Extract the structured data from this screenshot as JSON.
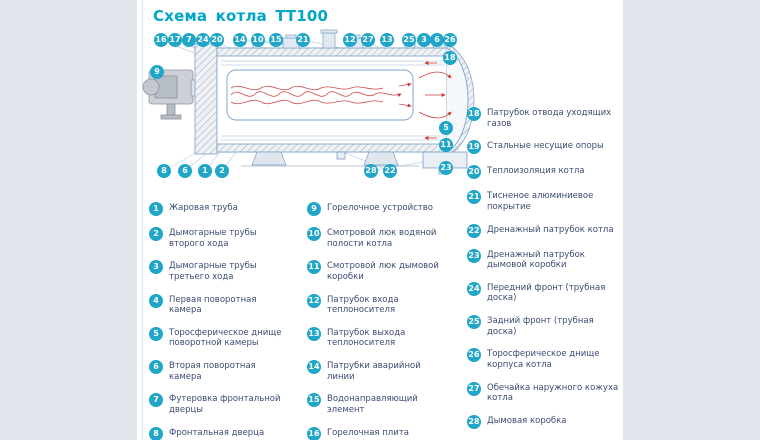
{
  "page": {
    "title": "Схема котла ТТ100"
  },
  "colors": {
    "accent_teal": "#00a5c8",
    "callout_teal": "#1fa6c9",
    "legend_text": "#3b4b72",
    "diagram_line": "#7aa0c8",
    "flame_red": "#cf3a3a"
  },
  "diagram": {
    "callouts": [
      {
        "n": "16"
      },
      {
        "n": "17"
      },
      {
        "n": "7"
      },
      {
        "n": "24"
      },
      {
        "n": "20"
      },
      {
        "n": "14"
      },
      {
        "n": "10"
      },
      {
        "n": "15"
      },
      {
        "n": "21"
      },
      {
        "n": "12"
      },
      {
        "n": "27"
      },
      {
        "n": "13"
      },
      {
        "n": "25"
      },
      {
        "n": "3"
      },
      {
        "n": "6"
      },
      {
        "n": "26"
      },
      {
        "n": "18"
      },
      {
        "n": "9"
      },
      {
        "n": "5"
      },
      {
        "n": "11"
      },
      {
        "n": "23"
      },
      {
        "n": "8"
      },
      {
        "n": "6"
      },
      {
        "n": "1"
      },
      {
        "n": "2"
      },
      {
        "n": "28"
      },
      {
        "n": "22"
      }
    ]
  },
  "legend": {
    "columns": [
      {
        "items": [
          {
            "num": "1",
            "label": "Жаровая труба"
          },
          {
            "num": "2",
            "label": "Дымогарные трубы второго хода"
          },
          {
            "num": "3",
            "label": "Дымогарные трубы третьего хода"
          },
          {
            "num": "4",
            "label": "Первая поворотная камера"
          },
          {
            "num": "5",
            "label": "Торосферическое днище поворотной камеры"
          },
          {
            "num": "6",
            "label": "Вторая поворотная камера"
          },
          {
            "num": "7",
            "label": "Футеровка фронтальной дверцы"
          },
          {
            "num": "8",
            "label": "Фронтальная дверца котла"
          }
        ]
      },
      {
        "items": [
          {
            "num": "9",
            "label": "Горелочное устройство"
          },
          {
            "num": "10",
            "label": "Смотровой люк водяной полости котла"
          },
          {
            "num": "11",
            "label": "Смотровой люк дымовой коробки"
          },
          {
            "num": "12",
            "label": "Патрубок входа теплоносителя"
          },
          {
            "num": "13",
            "label": "Патрубок выхода теплоносителя"
          },
          {
            "num": "14",
            "label": "Патрубки аварийной линии"
          },
          {
            "num": "15",
            "label": "Водонаправляющий элемент"
          },
          {
            "num": "16",
            "label": "Горелочная плита"
          }
        ]
      },
      {
        "items": [
          {
            "num": "18",
            "label": "Патрубок отвода уходящих газов"
          },
          {
            "num": "19",
            "label": "Стальные несущие опоры"
          },
          {
            "num": "20",
            "label": "Теплоизоляция котла"
          },
          {
            "num": "21",
            "label": "Тисненое алюминиевое покрытие"
          },
          {
            "num": "22",
            "label": "Дренажный патрубок котла"
          },
          {
            "num": "23",
            "label": "Дренажный патрубок дымовой коробки"
          },
          {
            "num": "24",
            "label": "Передний фронт (трубная доска)"
          },
          {
            "num": "25",
            "label": "Задний фронт (трубная доска)"
          },
          {
            "num": "26",
            "label": "Торосферическое днище корпуса котла"
          },
          {
            "num": "27",
            "label": "Обечайка наружного кожуха котла"
          },
          {
            "num": "28",
            "label": "Дымовая коробка"
          }
        ]
      }
    ]
  }
}
